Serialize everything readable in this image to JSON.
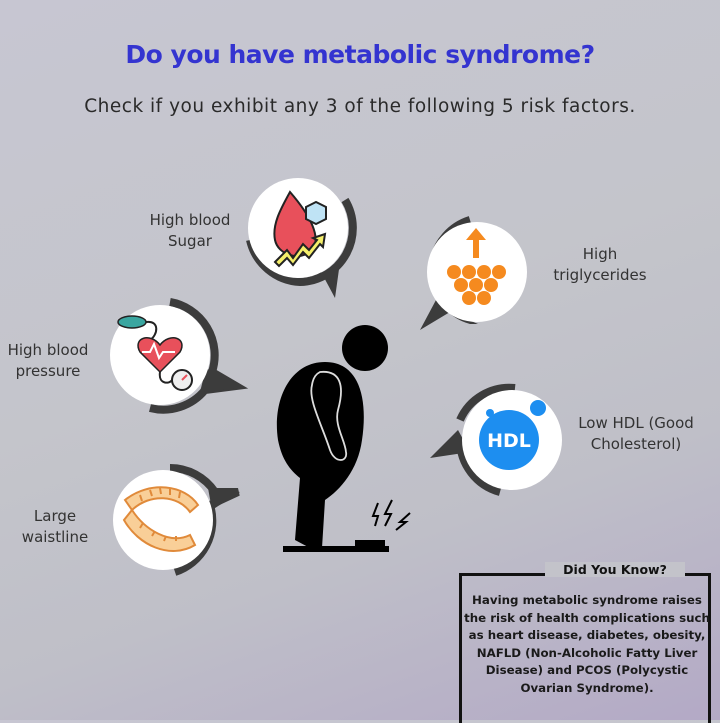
{
  "title": "Do you have metabolic syndrome?",
  "subtitle": "Check if you exhibit any 3 of the following 5 risk factors.",
  "risk_factors": [
    {
      "label_line1": "High blood",
      "label_line2": "Sugar",
      "icon": "blood-sugar-icon"
    },
    {
      "label_line1": "High",
      "label_line2": "triglycerides",
      "icon": "triglycerides-icon"
    },
    {
      "label_line1": "High blood",
      "label_line2": "pressure",
      "icon": "blood-pressure-icon"
    },
    {
      "label_line1": "Low HDL (Good",
      "label_line2": "Cholesterol)",
      "icon": "hdl-icon",
      "badge": "HDL"
    },
    {
      "label_line1": "Large",
      "label_line2": "waistline",
      "icon": "measuring-tape-icon"
    }
  ],
  "did_you_know": {
    "title": "Did You Know?",
    "text": "Having metabolic syndrome raises the risk of health complications such as heart disease, diabetes, obesity, NAFLD (Non-Alcoholic Fatty Liver Disease) and PCOS (Polycystic Ovarian Syndrome)."
  },
  "colors": {
    "title": "#3434d0",
    "ring": "#3c3c3c",
    "orange": "#f58a1f",
    "red": "#e8505b",
    "blue": "#1d8ef0"
  }
}
